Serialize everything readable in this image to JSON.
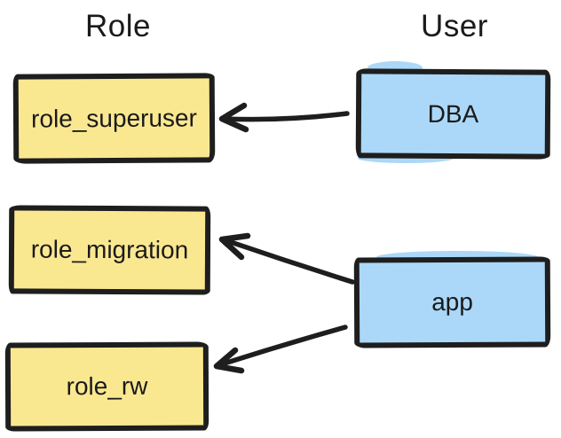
{
  "diagram": {
    "headers": {
      "left": "Role",
      "right": "User"
    },
    "role_nodes": [
      {
        "label": "role_superuser"
      },
      {
        "label": "role_migration"
      },
      {
        "label": "role_rw"
      }
    ],
    "user_nodes": [
      {
        "label": "DBA"
      },
      {
        "label": "app"
      }
    ],
    "edges": [
      {
        "from": "DBA",
        "to": "role_superuser"
      },
      {
        "from": "app",
        "to": "role_migration"
      },
      {
        "from": "app",
        "to": "role_rw"
      }
    ]
  },
  "theme": {
    "colors": {
      "role_fill": "#FAE891",
      "user_fill": "#ABD8F8",
      "stroke": "#1E1E1E",
      "text": "#1A1A1A",
      "background": "#FFFFFF"
    }
  }
}
